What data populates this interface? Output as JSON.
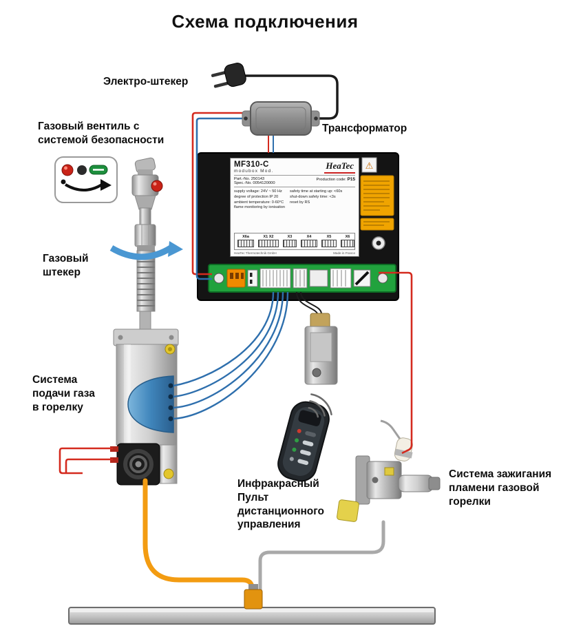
{
  "title": "Схема подключения",
  "labels": {
    "electro_plug": "Электро-штекер",
    "transformer": "Трансформатор",
    "gas_valve": "Газовый вентиль с\nсистемой безопасности",
    "gas_plug": "Газовый\nштекер",
    "gas_supply": "Система\nподачи газа\nв горелку",
    "remote": "Инфракрасный\nПульт\nдистанционного\nуправления",
    "ignition": "Система зажигания\nпламени газовой\nгорелки"
  },
  "control_unit": {
    "model": "MF310-C",
    "series": "modubox Mod.",
    "brand": "HeaTec",
    "part_no": "Part.-No. 250143",
    "spec_no": "Spec.-No. 0054120000",
    "pc_label": "Production code:",
    "pc_value": "P15",
    "specs": "supply voltage: 24V ~ 50 Hz\ndegree of protection IP 20\nambient temperature: 0-60°C\nflame monitoring by ionisation",
    "safety": "safety time at starting up: <60s\nshut-down safety time: <3s\nreset by RS",
    "terminals": [
      "X6a",
      "X1 X2",
      "X3",
      "X4",
      "X5",
      "X6"
    ],
    "footer_left": "HeaTec Thermotechnik GmbH",
    "footer_right": "Made in France",
    "warning_icon": "⚠"
  },
  "colors": {
    "wire_red": "#d42a1e",
    "wire_blue": "#2e6fad",
    "wire_black": "#1c1c1c",
    "cable_orange": "#f39c12",
    "cable_gray": "#a9a9a9",
    "pcb_green": "#21a23d",
    "sticker_orange": "#f0a400"
  }
}
